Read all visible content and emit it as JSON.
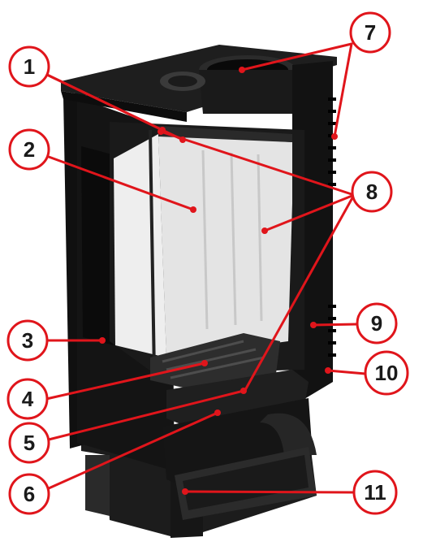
{
  "diagram": {
    "subject": "fireplace-insert-cutaway",
    "accent_color": "#e0151b",
    "body_color": "#111111",
    "liner_color": "#e9e9e9",
    "callouts": [
      {
        "id": "1",
        "label": "1"
      },
      {
        "id": "2",
        "label": "2"
      },
      {
        "id": "3",
        "label": "3"
      },
      {
        "id": "4",
        "label": "4"
      },
      {
        "id": "5",
        "label": "5"
      },
      {
        "id": "6",
        "label": "6"
      },
      {
        "id": "7",
        "label": "7"
      },
      {
        "id": "8",
        "label": "8"
      },
      {
        "id": "9",
        "label": "9"
      },
      {
        "id": "10",
        "label": "10"
      },
      {
        "id": "11",
        "label": "11"
      }
    ]
  }
}
